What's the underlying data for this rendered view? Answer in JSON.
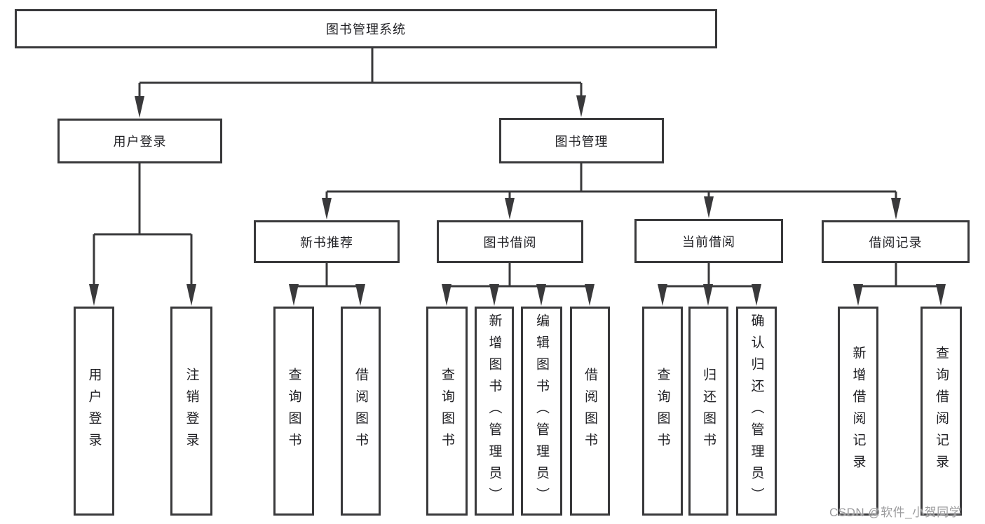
{
  "diagram_title": "图书管理系统",
  "nodes": {
    "root": "图书管理系统",
    "user_login": "用户登录",
    "book_mgmt": "图书管理",
    "new_book_rec": "新书推荐",
    "book_borrow": "图书借阅",
    "current_borrow": "当前借阅",
    "borrow_records": "借阅记录",
    "leaf_user_login": "用户登录",
    "leaf_logout": "注销登录",
    "leaf_nr_query_book": "查询图书",
    "leaf_nr_borrow_book": "借阅图书",
    "leaf_bb_query_book": "查询图书",
    "leaf_bb_add_book": "新增图书（管理员）",
    "leaf_bb_edit_book": "编辑图书（管理员）",
    "leaf_bb_borrow_book": "借阅图书",
    "leaf_cb_query_book": "查询图书",
    "leaf_cb_return_book": "归还图书",
    "leaf_cb_confirm_return": "确认归还（管理员）",
    "leaf_br_add_record": "新增借阅记录",
    "leaf_br_query_record": "查询借阅记录"
  },
  "colors": {
    "line": "#39393b",
    "text": "#1f1f23",
    "watermark": "#9b9b9d",
    "background": "#ffffff"
  },
  "watermark": "CSDN @软件_小贺同学"
}
